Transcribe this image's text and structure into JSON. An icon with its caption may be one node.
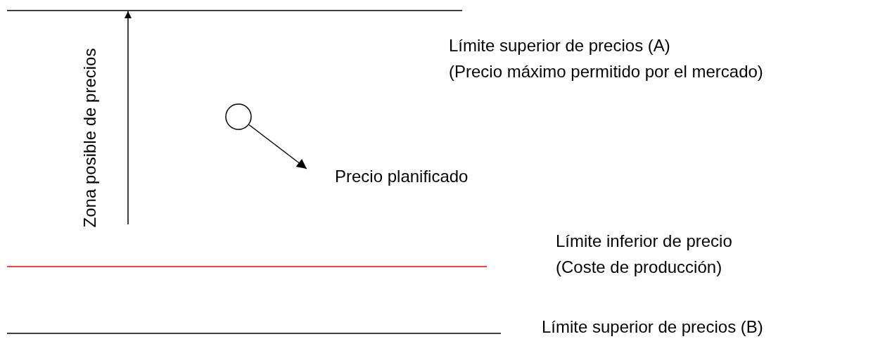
{
  "diagram": {
    "nodes": [
      {
        "text": [],
        "shape": "circle"
      },
      {
        "text": [
          "Precio planificado"
        ]
      }
    ],
    "edges": [
      {
        "from": 0,
        "to": 1,
        "arrow": "to"
      }
    ],
    "labels": [
      "Zona posible de precios",
      "Límite superior de precios (A)",
      "(Precio máximo permitido por el mercado)",
      "Límite inferior de precio",
      "(Coste de producción)",
      "Límite superior de precios (B)"
    ]
  }
}
